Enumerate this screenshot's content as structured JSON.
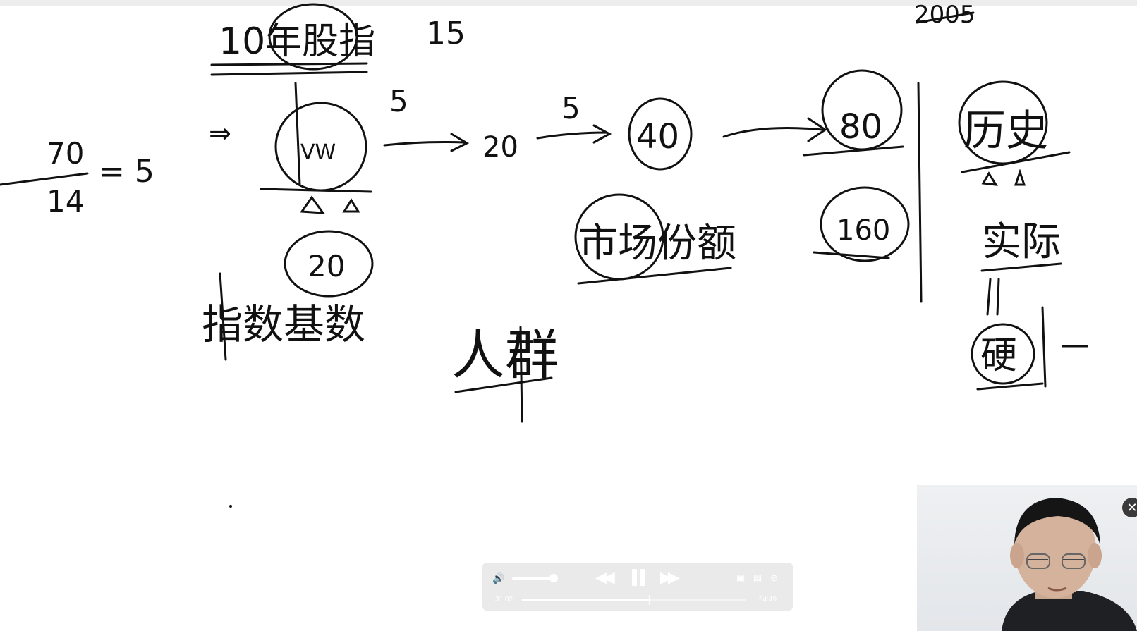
{
  "board": {
    "labels": {
      "fraction_top": "70",
      "fraction_bottom": "14",
      "fraction_eq": "= 5",
      "implies": "⇒",
      "vw": "VW",
      "gain1": "5",
      "gain2": "5",
      "val20": "20",
      "val40": "40",
      "val80": "80",
      "val160": "160",
      "circle20": "20",
      "top15": "15",
      "year": "2005"
    },
    "chinese": {
      "title_left": "10年股指",
      "index_base": "指数基数",
      "market_share": "市场份额",
      "crowd": "人群",
      "history": "历史",
      "reality": "实际",
      "hard": "硬",
      "dash": "—"
    },
    "ink_color": "#111111"
  },
  "player": {
    "elapsed": "31:02",
    "total": "54:49",
    "progress_fraction": 0.566,
    "volume_fraction": 0.85,
    "icons": {
      "volume": "volume-icon",
      "rewind": "rewind-icon",
      "pause": "pause-icon",
      "forward": "fast-forward-icon",
      "pip": "picture-in-picture-icon",
      "subtitle": "subtitle-icon",
      "more": "more-icon"
    }
  },
  "camera": {
    "close_icon": "close-icon"
  }
}
